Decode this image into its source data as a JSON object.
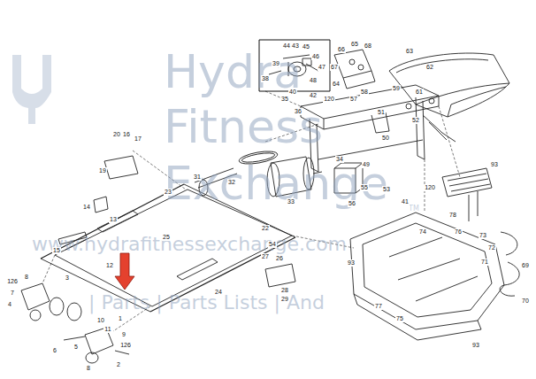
{
  "diagram": {
    "labels": [
      "Hydra",
      "Fitness",
      "Exchange",
      "TM",
      "www.hydrafitnessexchange.com",
      "| Parts | Parts Lists | And",
      "44",
      "43",
      "45",
      "46",
      "47",
      "39",
      "38",
      "48",
      "66",
      "65",
      "68",
      "67",
      "64",
      "63",
      "62",
      "35",
      "36",
      "40",
      "42",
      "120",
      "57",
      "58",
      "59",
      "61",
      "51",
      "20",
      "16",
      "17",
      "19",
      "14",
      "15",
      "23",
      "31",
      "32",
      "33",
      "34",
      "25",
      "24",
      "22",
      "54",
      "27",
      "26",
      "28",
      "29",
      "50",
      "52",
      "49",
      "56",
      "55",
      "53",
      "41",
      "120",
      "93",
      "78",
      "76",
      "74",
      "73",
      "72",
      "71",
      "69",
      "70",
      "93",
      "77",
      "75",
      "93",
      "126",
      "7",
      "8",
      "4",
      "3",
      "12",
      "13",
      "10",
      "11",
      "1",
      "9",
      "126",
      "2",
      "6",
      "5",
      "8"
    ]
  }
}
